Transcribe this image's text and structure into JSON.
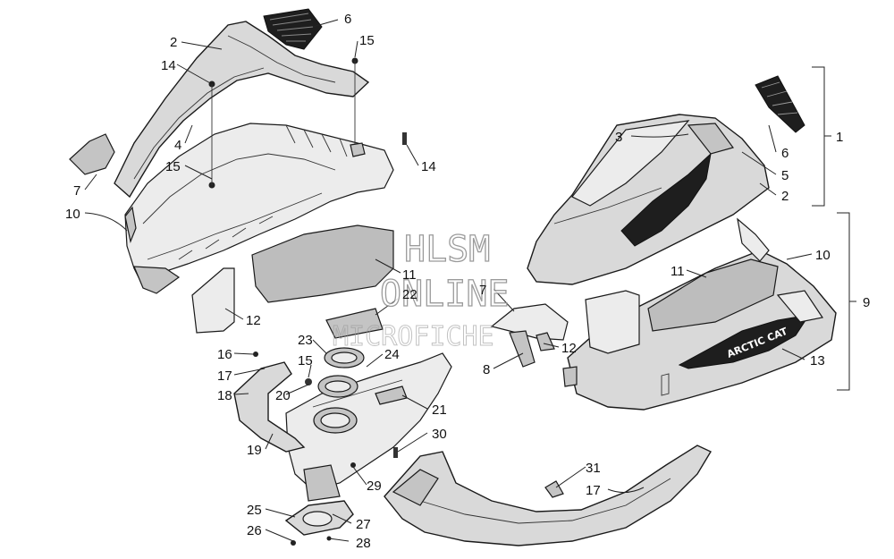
{
  "callouts": {
    "c1": "1",
    "c2a": "2",
    "c2b": "2",
    "c3": "3",
    "c4": "4",
    "c5": "5",
    "c6a": "6",
    "c6b": "6",
    "c7a": "7",
    "c7b": "7",
    "c8": "8",
    "c9": "9",
    "c10a": "10",
    "c10b": "10",
    "c11a": "11",
    "c11b": "11",
    "c12a": "12",
    "c12b": "12",
    "c13": "13",
    "c14a": "14",
    "c14b": "14",
    "c15a": "15",
    "c15b": "15",
    "c15c": "15",
    "c16": "16",
    "c17a": "17",
    "c17b": "17",
    "c18": "18",
    "c19": "19",
    "c20": "20",
    "c21": "21",
    "c22": "22",
    "c23": "23",
    "c24": "24",
    "c25": "25",
    "c26": "26",
    "c27": "27",
    "c28": "28",
    "c29": "29",
    "c30": "30",
    "c31": "31"
  },
  "decal_text": "ARCTIC CAT",
  "watermark": {
    "line1": "HLSM",
    "line2": "ONLINE",
    "line3": "MICROFICHE"
  }
}
